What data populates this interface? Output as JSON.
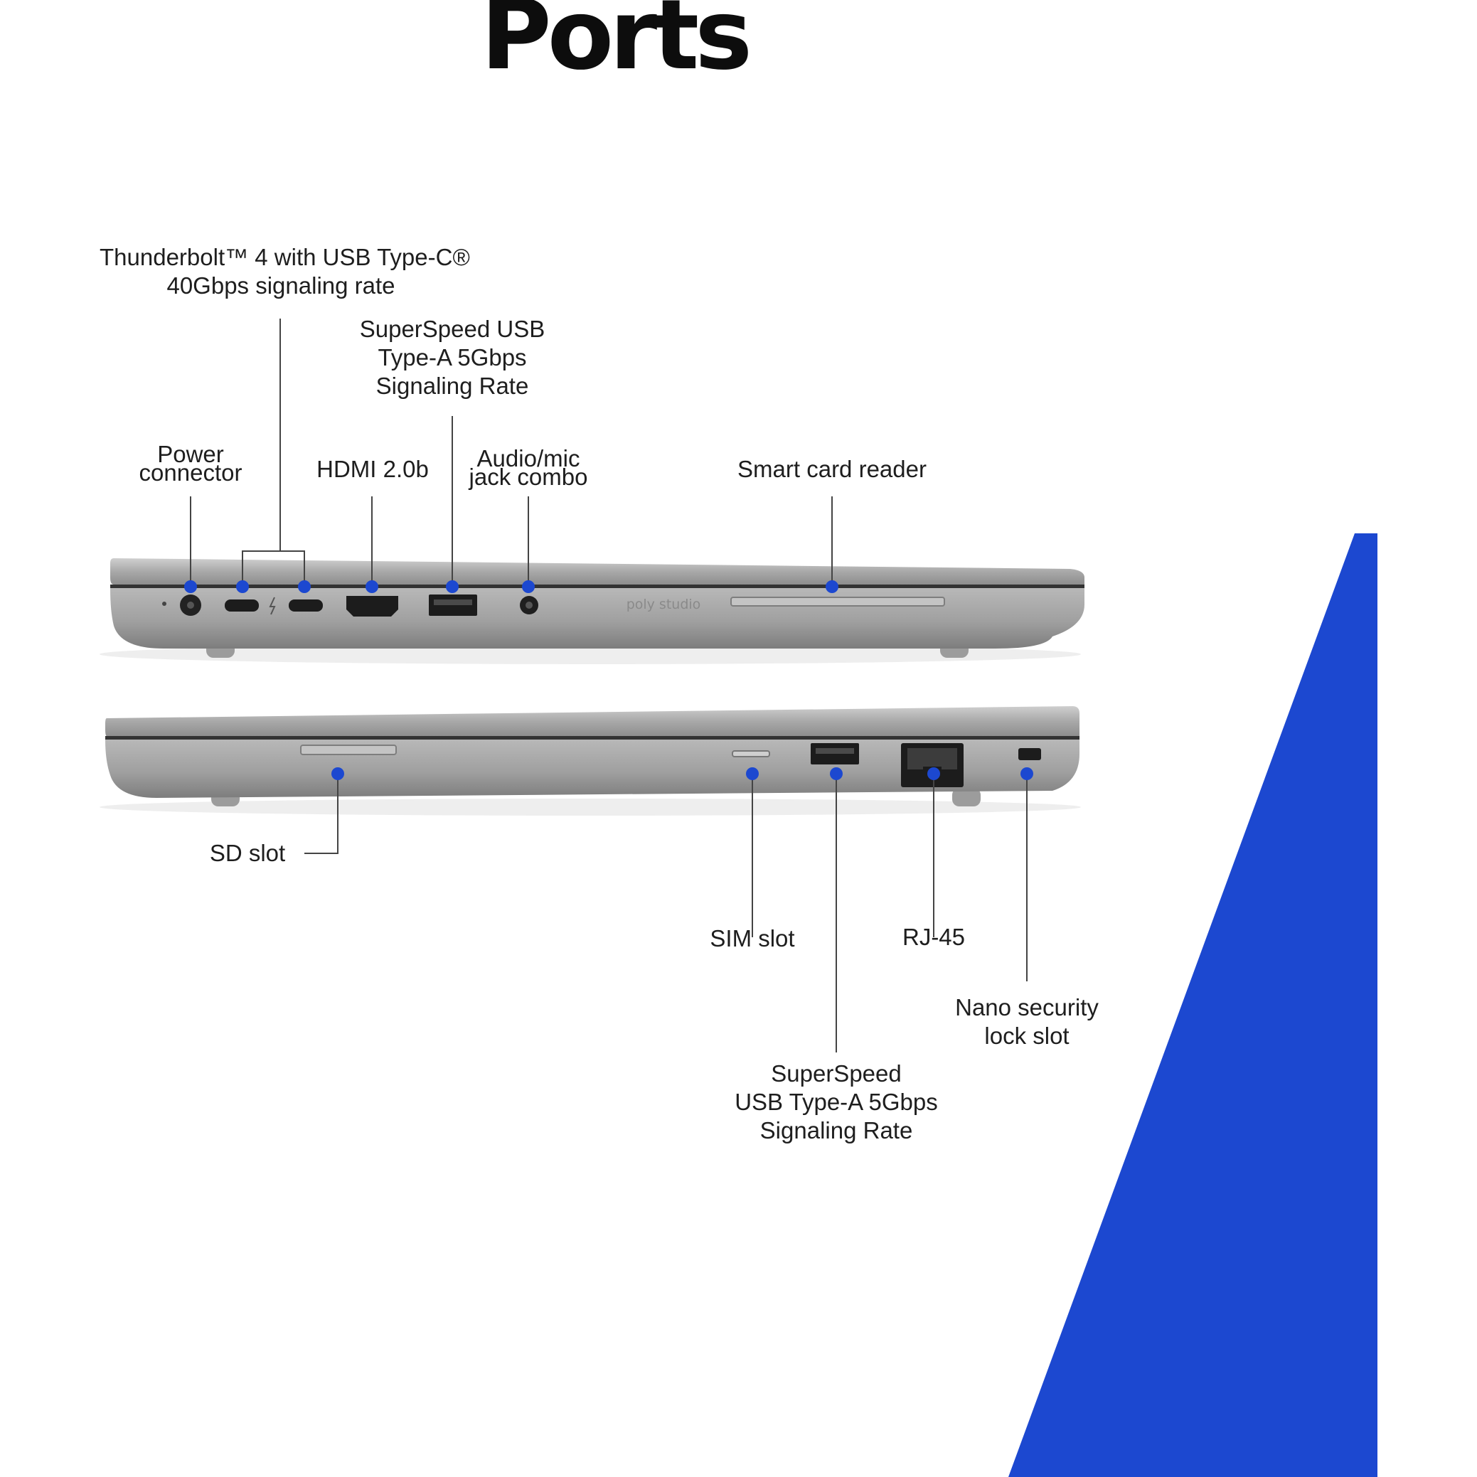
{
  "page": {
    "title": "Ports",
    "accent_color": "#1c48d0"
  },
  "left_side": {
    "brand_text": "poly studio",
    "labels": {
      "thunderbolt": [
        "Thunderbolt™ 4 with USB Type-C®",
        "40Gbps signaling rate"
      ],
      "superspeed_usb": [
        "SuperSpeed USB",
        "Type-A 5Gbps",
        "Signaling Rate"
      ],
      "power": [
        "Power",
        "connector"
      ],
      "hdmi": "HDMI 2.0b",
      "audio": [
        "Audio/mic",
        "jack combo"
      ],
      "smart_card": "Smart card reader"
    }
  },
  "right_side": {
    "labels": {
      "sd_slot": "SD slot",
      "sim_slot": "SIM slot",
      "rj45": "RJ-45",
      "nano_lock": [
        "Nano security",
        "lock slot"
      ],
      "superspeed_usb": [
        "SuperSpeed",
        "USB Type-A 5Gbps",
        "Signaling Rate"
      ]
    }
  }
}
